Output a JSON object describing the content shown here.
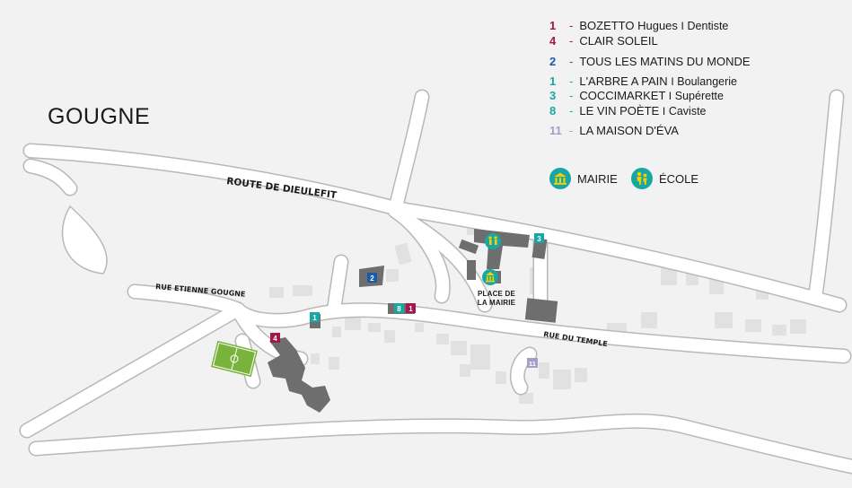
{
  "town": "GOUGNE",
  "legend": [
    {
      "num": "1",
      "dash": "-",
      "name": "BOZETTO Hugues",
      "sep": "I",
      "sub": "Dentiste",
      "color": "#a3174a"
    },
    {
      "num": "4",
      "dash": "-",
      "name": "CLAIR SOLEIL",
      "sep": "",
      "sub": "",
      "color": "#a3174a"
    },
    {
      "num": "2",
      "dash": "-",
      "name": "TOUS LES MATINS DU MONDE",
      "sep": "",
      "sub": "",
      "color": "#1a5aa8"
    },
    {
      "num": "1",
      "dash": "-",
      "name": "L'ARBRE A PAIN",
      "sep": "I",
      "sub": "Boulangerie",
      "color": "#1aa6a3"
    },
    {
      "num": "3",
      "dash": "-",
      "name": "COCCIMARKET",
      "sep": "I",
      "sub": "Supérette",
      "color": "#1aa6a3"
    },
    {
      "num": "8",
      "dash": "-",
      "name": "LE VIN POÈTE",
      "sep": "I",
      "sub": "Caviste",
      "color": "#1aa6a3"
    },
    {
      "num": "11",
      "dash": "-",
      "name": "LA MAISON D'ÉVA",
      "sep": "",
      "sub": "",
      "color": "#a99bc8"
    }
  ],
  "keys": {
    "mairie": "MAIRIE",
    "ecole": "ÉCOLE"
  },
  "roads": {
    "dieulefit": "ROUTE DE DIEULEFIT",
    "etienne": "RUE ETIENNE GOUGNE",
    "temple": "RUE DU TEMPLE"
  },
  "place": {
    "line1": "PLACE DE",
    "line2": "LA MAIRIE"
  },
  "markers": [
    {
      "num": "1",
      "color": "#a3174a"
    },
    {
      "num": "4",
      "color": "#a3174a"
    },
    {
      "num": "2",
      "color": "#1a5aa8"
    },
    {
      "num": "1",
      "color": "#1aa6a3"
    },
    {
      "num": "3",
      "color": "#1aa6a3"
    },
    {
      "num": "8",
      "color": "#1aa6a3"
    },
    {
      "num": "11",
      "color": "#a99bc8"
    }
  ],
  "colors": {
    "background": "#f2f2f2",
    "road": "#ffffff",
    "road_edge": "#b8b8b8",
    "building_main": "#6e6e6e",
    "building_light": "#e1e1e1",
    "field": "#7ab33c",
    "accent_teal": "#1aa6a3"
  },
  "icons": {
    "mairie": "town-hall-icon",
    "ecole": "school-children-icon"
  }
}
